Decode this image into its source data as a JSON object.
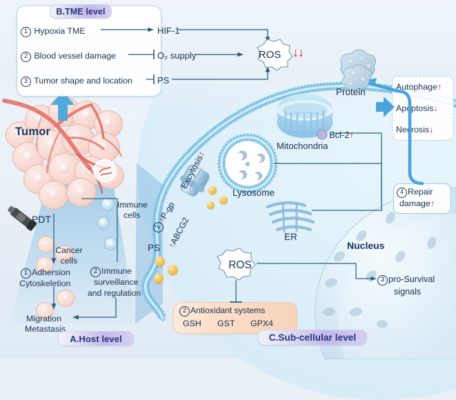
{
  "figure": {
    "background_color": "#e9f0f6",
    "accent_blue": "#3d9ad8",
    "arrow_red": "#cc2222",
    "text_color": "#17314f"
  },
  "panel_b": {
    "title": "B.TME level",
    "rows": [
      {
        "index": "1",
        "label": "Hypoxia TME",
        "target": "HIF-1"
      },
      {
        "index": "2",
        "label": "Blood vessel damage",
        "target": "O₂ supply"
      },
      {
        "index": "3",
        "label": "Tumor shape and location",
        "target": "PS"
      }
    ],
    "ros_label": "ROS",
    "ros_change": "↓↓"
  },
  "tumor": {
    "label": "Tumor"
  },
  "panel_a": {
    "title": "A.Host level",
    "pdt_label": "PDT",
    "cancer_cells_label": "Cancer\ncells",
    "cancer_cells_line1": "Cancer",
    "cancer_cells_line2": "cells",
    "item1_index": "1",
    "item1_line1": "Adhersion",
    "item1_line2": "Cytoskeletion",
    "outcome_line1": "Migration",
    "outcome_line2": "Metastasis",
    "immune_cells_line1": "Immune",
    "immune_cells_line2": "cells",
    "item2_index": "2",
    "item2_line1": "Immune",
    "item2_line2": "surveillance",
    "item2_line3": "and regulation"
  },
  "panel_c": {
    "title": "C.Sub-cellular level",
    "membrane": {
      "exocytosis_label": "Excytosis",
      "exocytosis_change": "↑",
      "pgp_index": "1",
      "pgp_label": "P-gp",
      "pgp_change": "↑",
      "abcg2_label": "ABCG2",
      "abcg2_change": "↑",
      "ps_label": "PS"
    },
    "organelles": {
      "lysosome": "Lysosome",
      "mitochondria": "Mitochondria",
      "bcl2_label": "Bcl-2",
      "bcl2_change": "↑",
      "protein": "Protein",
      "er": "ER",
      "nucleus": "Nucleus"
    },
    "ros_label": "ROS",
    "antioxidant": {
      "index": "2",
      "title": "Antioxidant  systems",
      "enzymes": [
        "GSH",
        "GST",
        "GPX4"
      ]
    },
    "outcomes": [
      {
        "label": "Autophage",
        "change": "↑"
      },
      {
        "label": "Apoptosis",
        "change": "↓"
      },
      {
        "label": "Necrosis",
        "change": "↓"
      }
    ],
    "repair": {
      "index": "4",
      "line1": "Repair",
      "line2": "damage",
      "change": "↑"
    },
    "prosurvival": {
      "index": "3",
      "line1": "pro-Survival",
      "line2": "signals"
    }
  }
}
